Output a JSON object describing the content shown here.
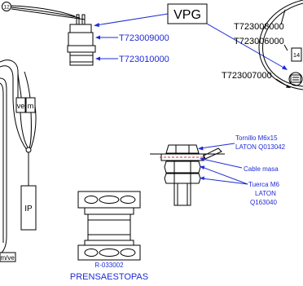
{
  "connector": {
    "pin_marker": "12",
    "part_top": "T723009000",
    "part_bottom": "T723010000"
  },
  "vpg": {
    "label": "VPG"
  },
  "right_component": {
    "part_a": "T723008000",
    "part_b": "T723006000",
    "part_c": "T723007000",
    "pin_marker": "14"
  },
  "left_harness": {
    "wire_a": "ve",
    "wire_b": "m",
    "sensor": "IP",
    "bottom_tag": "m/ve"
  },
  "bolt_assembly": {
    "screw_line1": "Tornillo M6x15",
    "screw_line2": "LATON Q013042",
    "cable": "Cable masa",
    "nut_line1": "Tuerca M6",
    "nut_line2": "LATON",
    "nut_line3": "Q163040"
  },
  "gland": {
    "part": "R-033002",
    "title": "PRENSAESTOPAS"
  },
  "colors": {
    "line": "#000000",
    "annotation": "#1f2bd6",
    "ground_cable": "#d03030",
    "background": "#ffffff"
  }
}
